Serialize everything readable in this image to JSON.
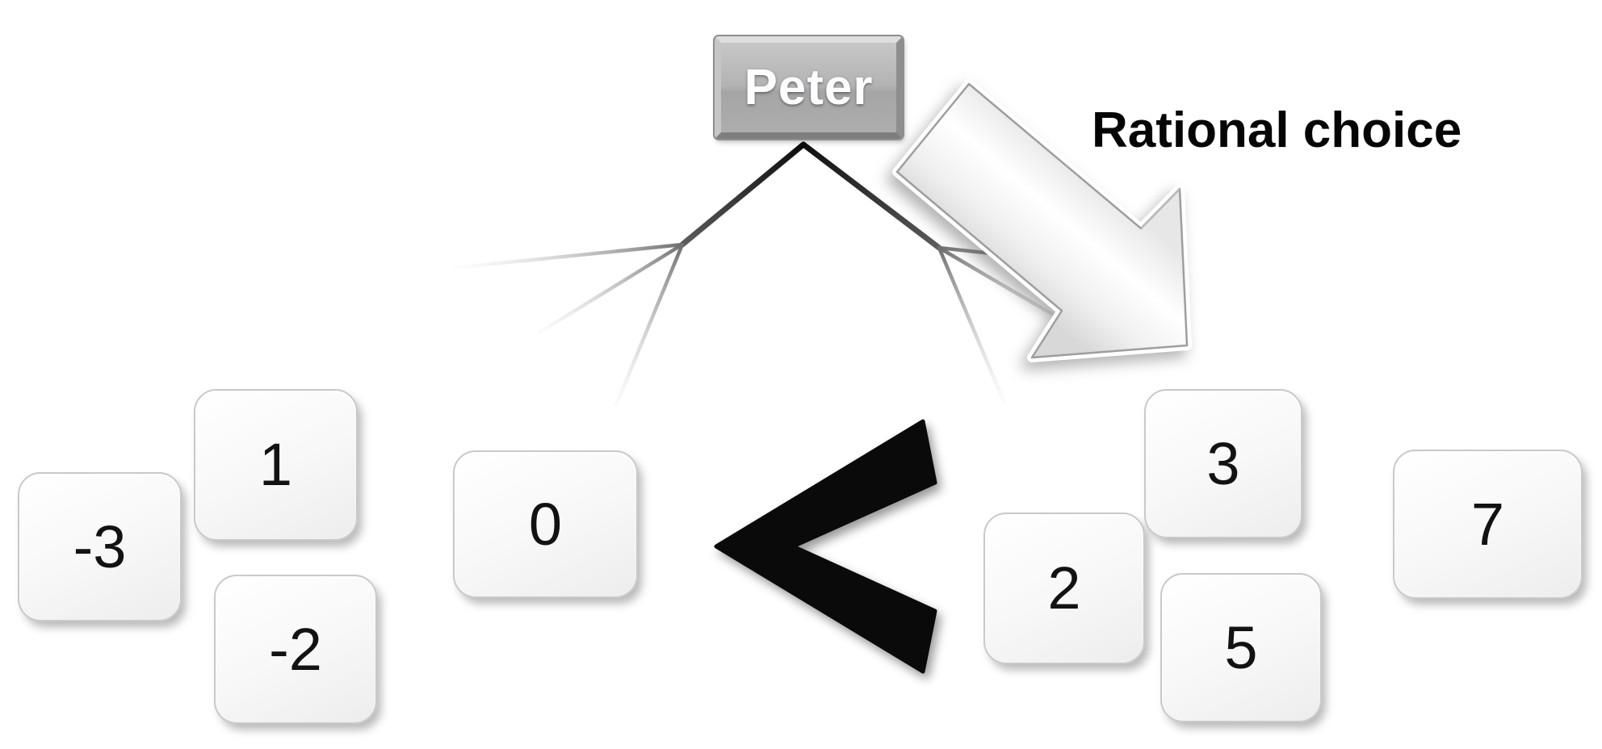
{
  "diagram": {
    "type": "decision-tree",
    "background": "#ffffff",
    "root_node": {
      "label": "Peter"
    },
    "annotation": {
      "label": "Rational choice"
    },
    "comparator": {
      "symbol": "<",
      "meaning": "left outcomes are worse than right outcomes"
    },
    "groups": {
      "left": {
        "name": "left-outcomes",
        "values": [
          "-3",
          "1",
          "0",
          "-2"
        ]
      },
      "right": {
        "name": "right-outcomes",
        "values": [
          "2",
          "3",
          "5",
          "7"
        ]
      }
    },
    "icons": {
      "arrow": "down-right-block-arrow"
    },
    "colors": {
      "node_fill": "#b3b3b3",
      "node_border": "#8f8f8f",
      "node_text": "#fdfdfd",
      "branch_dark": "#111111",
      "branch_fade": "#d9d9d9",
      "card_fill": "#fafafa",
      "card_border": "#c9c9c9",
      "card_text": "#121212",
      "arrow_fill": "#f4f4f4",
      "arrow_border": "#9e9e9e",
      "comparator_color": "#0a0a0a",
      "annotation_text": "#050505"
    }
  }
}
